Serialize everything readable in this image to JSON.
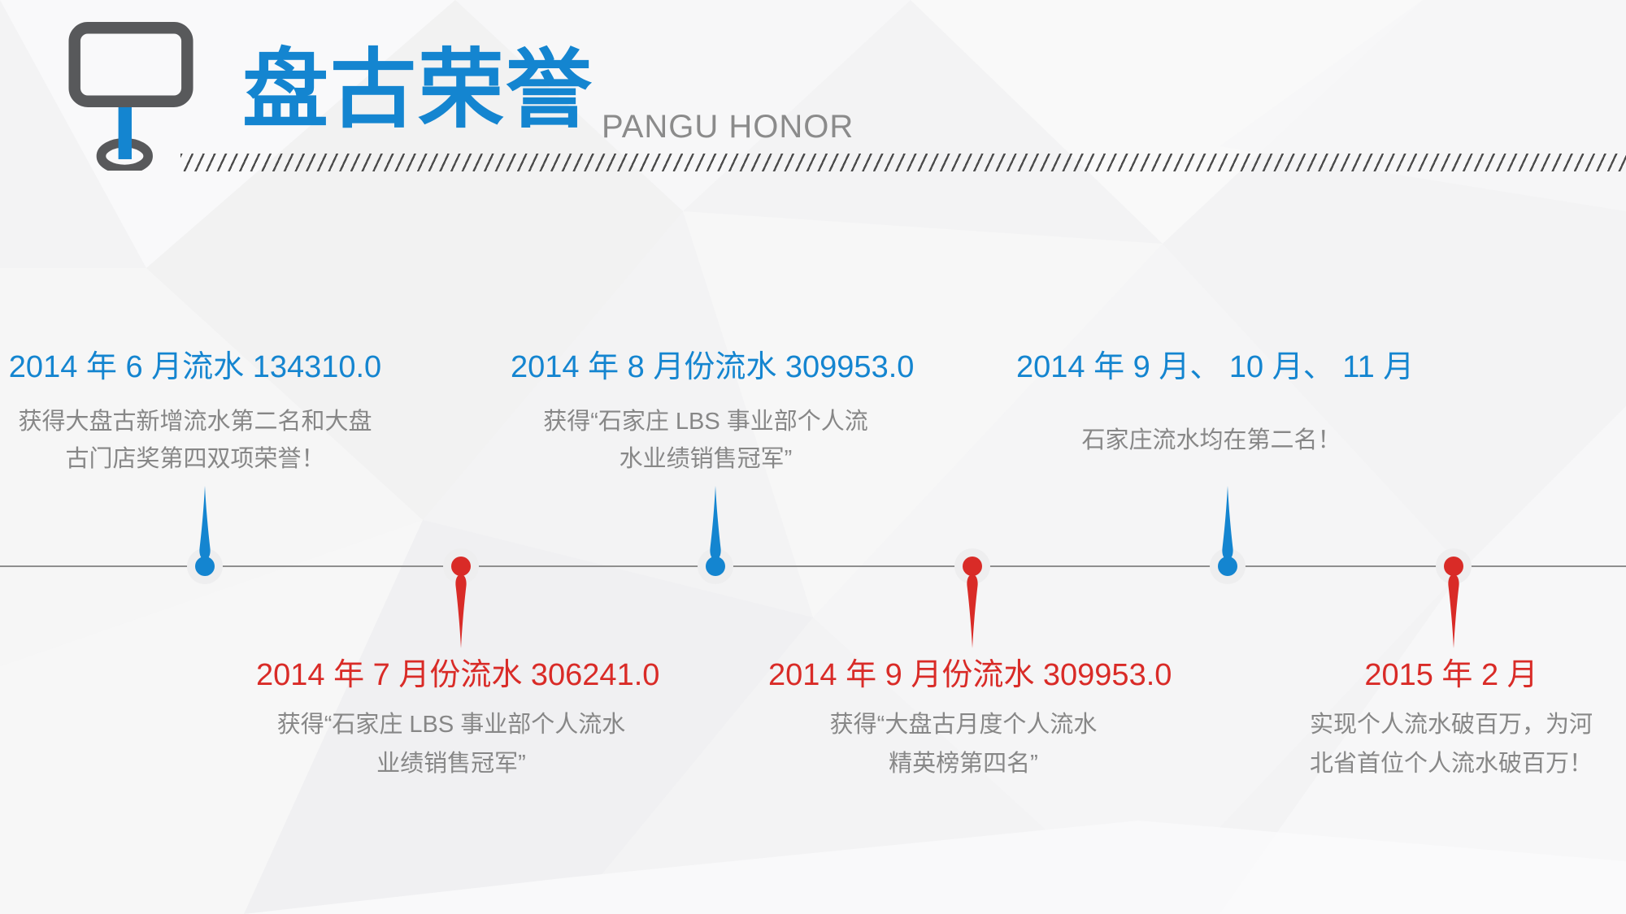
{
  "header": {
    "title": "盘古荣誉",
    "subtitle": "PANGU HONOR",
    "icon": "billboard-icon"
  },
  "colors": {
    "accent_blue": "#1485d0",
    "accent_red": "#d92b27",
    "description_gray": "#878787",
    "subtitle_gray": "#8b8b8b",
    "icon_gray": "#58595b",
    "timeline_line": "#8f8f8f",
    "background": "#f3f3f4"
  },
  "timeline": {
    "top_entries": [
      {
        "title": "2014 年 6 月流水 134310.0",
        "desc_lines": [
          "获得大盘古新增流水第二名和大盘",
          "古门店奖第四双项荣誉！"
        ]
      },
      {
        "title": "2014 年 8 月份流水 309953.0",
        "desc_lines": [
          "获得“石家庄 LBS 事业部个人流",
          "水业绩销售冠军”"
        ]
      },
      {
        "title": "2014 年 9 月、 10 月、 11 月",
        "desc_lines": [
          "石家庄流水均在第二名！"
        ]
      }
    ],
    "bottom_entries": [
      {
        "title": "2014 年 7 月份流水 306241.0",
        "desc_lines": [
          "获得“石家庄 LBS 事业部个人流水",
          "业绩销售冠军”"
        ]
      },
      {
        "title": "2014 年 9 月份流水 309953.0",
        "desc_lines": [
          "获得“大盘古月度个人流水",
          "精英榜第四名”"
        ]
      },
      {
        "title": "2015 年 2 月",
        "desc_lines": [
          "实现个人流水破百万，为河",
          "北省首位个人流水破百万！"
        ]
      }
    ]
  }
}
